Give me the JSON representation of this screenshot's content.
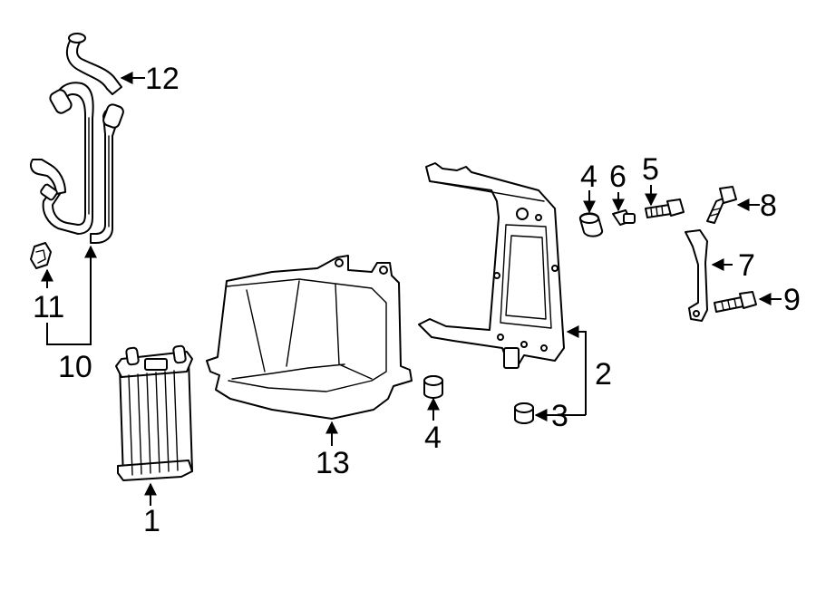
{
  "diagram": {
    "colors": {
      "line": "#000000",
      "background": "#ffffff"
    },
    "callouts": {
      "c1": "1",
      "c2": "2",
      "c3": "3",
      "c4a": "4",
      "c4b": "4",
      "c5": "5",
      "c6": "6",
      "c7": "7",
      "c8": "8",
      "c9": "9",
      "c10": "10",
      "c11": "11",
      "c12": "12",
      "c13": "13"
    },
    "parts": [
      {
        "ref": "1",
        "icon": "oil-cooler-icon"
      },
      {
        "ref": "2",
        "icon": "mounting-bracket-icon"
      },
      {
        "ref": "3",
        "icon": "rubber-insulator-icon"
      },
      {
        "ref": "4",
        "icon": "insulator-icon"
      },
      {
        "ref": "5",
        "icon": "bolt-icon"
      },
      {
        "ref": "6",
        "icon": "stud-icon"
      },
      {
        "ref": "7",
        "icon": "brace-icon"
      },
      {
        "ref": "8",
        "icon": "bolt-icon"
      },
      {
        "ref": "9",
        "icon": "bolt-icon"
      },
      {
        "ref": "10",
        "icon": "hose-assembly-icon"
      },
      {
        "ref": "11",
        "icon": "clip-icon"
      },
      {
        "ref": "12",
        "icon": "hose-icon"
      },
      {
        "ref": "13",
        "icon": "air-deflector-icon"
      }
    ]
  }
}
